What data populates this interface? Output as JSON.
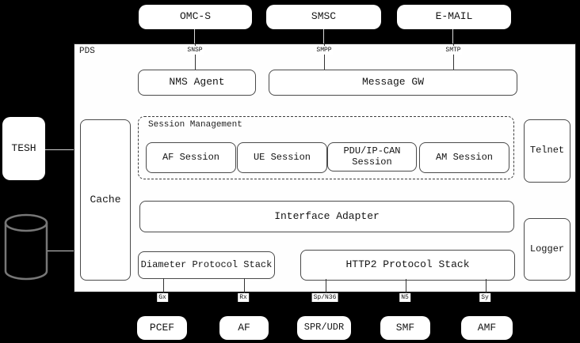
{
  "colors": {
    "background": "#000000",
    "node_fill": "#ffffff",
    "node_border": "#4a4a4a",
    "pds_fill": "#fefefe",
    "text": "#151515",
    "cylinder_stroke": "#777777"
  },
  "top_nodes": [
    {
      "label": "OMC-S",
      "protocol": "SNSP"
    },
    {
      "label": "SMSC",
      "protocol": "SMPP"
    },
    {
      "label": "E-MAIL",
      "protocol": "SMTP"
    }
  ],
  "pds": {
    "title": "PDS",
    "nms_agent": "NMS Agent",
    "message_gw": "Message GW",
    "cache": "Cache",
    "session_management": {
      "title": "Session Management",
      "sessions": [
        "AF Session",
        "UE Session",
        "PDU/IP-CAN Session",
        "AM Session"
      ]
    },
    "telnet": "Telnet",
    "interface_adapter": "Interface Adapter",
    "diameter_stack": "Diameter Protocol Stack",
    "http2_stack": "HTTP2 Protocol Stack",
    "logger": "Logger"
  },
  "left_nodes": {
    "tesh": "TESH",
    "database_icon": "database-cylinder-icon"
  },
  "bottom_nodes": [
    {
      "label": "PCEF",
      "protocol": "Gx"
    },
    {
      "label": "AF",
      "protocol": "Rx"
    },
    {
      "label": "SPR/UDR",
      "protocol": "Sp/N36"
    },
    {
      "label": "SMF",
      "protocol": "N5"
    },
    {
      "label": "AMF",
      "protocol": "Sy"
    }
  ]
}
